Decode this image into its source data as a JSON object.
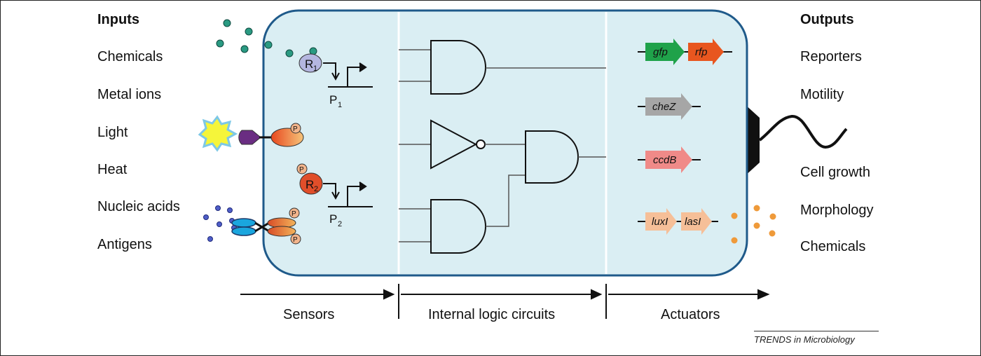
{
  "inputs": {
    "heading": "Inputs",
    "items": [
      "Chemicals",
      "Metal ions",
      "Light",
      "Heat",
      "Nucleic acids",
      "Antigens"
    ]
  },
  "outputs": {
    "heading": "Outputs",
    "items": [
      "Reporters",
      "Motility",
      "Cell growth",
      "Morphology",
      "Chemicals"
    ]
  },
  "stages": [
    "Sensors",
    "Internal logic circuits",
    "Actuators"
  ],
  "sensor_labels": {
    "r1": "R",
    "r1_sub": "1",
    "p1": "P",
    "p1_sub": "1",
    "r2": "R",
    "r2_sub": "2",
    "p2": "P",
    "p2_sub": "2",
    "phospho": "P"
  },
  "genes": {
    "gfp": "gfp",
    "rfp": "rfp",
    "cheZ": "cheZ",
    "ccdB": "ccdB",
    "luxI": "luxI",
    "lasI": "lasI"
  },
  "footer": "TRENDS in Microbiology",
  "colors": {
    "cell_fill": "#daeef3",
    "cell_border": "#1f5a8a",
    "chemical_dots": "#2a9a82",
    "gfp": "#1fa24a",
    "rfp": "#e8561f",
    "cheZ": "#a6a6a6",
    "ccdB": "#f08a88",
    "luxI": "#f6bf98",
    "R1": "#b4b6e0",
    "R2": "#e04e2a",
    "phospho": "#f3b58c",
    "output_dots": "#ef9a3a"
  }
}
